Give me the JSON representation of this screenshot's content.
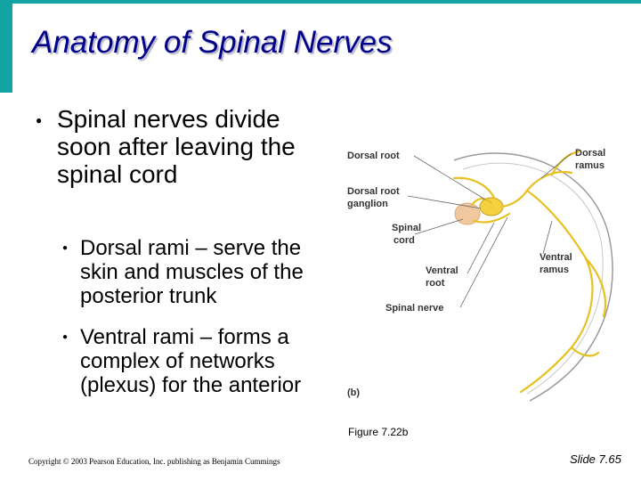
{
  "slide": {
    "title": "Anatomy of Spinal Nerves",
    "bullet_marker": "●",
    "bullets": [
      {
        "text": "Spinal nerves divide soon after leaving the spinal cord"
      }
    ],
    "sub_bullets": [
      {
        "text": "Dorsal rami – serve the skin and muscles of the posterior trunk"
      },
      {
        "text": "Ventral rami – forms a complex of networks (plexus) for the anterior"
      }
    ]
  },
  "figure": {
    "labels": {
      "dorsal_root": "Dorsal root",
      "ganglion_line1": "Dorsal root",
      "ganglion_line2": "ganglion",
      "spinal_cord_line1": "Spinal",
      "spinal_cord_line2": "cord",
      "ventral_root_line1": "Ventral",
      "ventral_root_line2": "root",
      "spinal_nerve": "Spinal nerve",
      "dorsal_ramus_line1": "Dorsal",
      "dorsal_ramus_line2": "ramus",
      "ventral_ramus_line1": "Ventral",
      "ventral_ramus_line2": "ramus",
      "panel": "(b)"
    },
    "caption": "Figure 7.22b"
  },
  "footer": {
    "copyright": "Copyright © 2003 Pearson Education, Inc. publishing as Benjamin Cummings",
    "slide_number": "Slide 7.65"
  },
  "colors": {
    "accent": "#13a3a3",
    "title": "#00008b",
    "nerve": "#e8c020",
    "skin_outline": "#9a9a9a",
    "cord": "#f0c8a0"
  }
}
